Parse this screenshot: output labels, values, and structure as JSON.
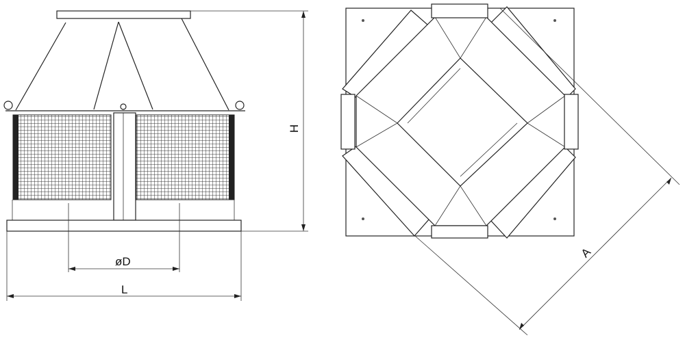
{
  "labels": {
    "height": "H",
    "diameter": "øD",
    "length": "L",
    "diagonal": "A"
  },
  "colors": {
    "line": "#222222",
    "background": "#ffffff",
    "mesh": "#333333"
  }
}
